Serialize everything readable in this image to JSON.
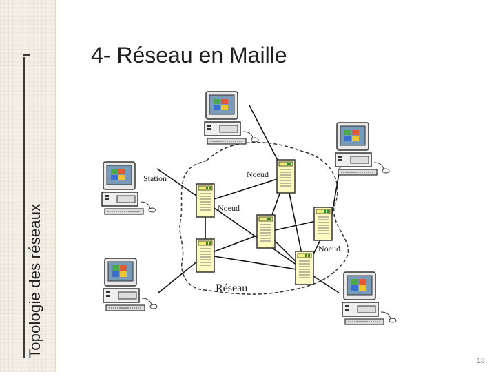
{
  "slide": {
    "title": "4- Réseau en Maille",
    "side_title": "Topologie des réseaux",
    "page_number": "18"
  },
  "diagram": {
    "labels": {
      "station": "Station",
      "noeud": "Noeud",
      "reseau": "Réseau"
    }
  }
}
